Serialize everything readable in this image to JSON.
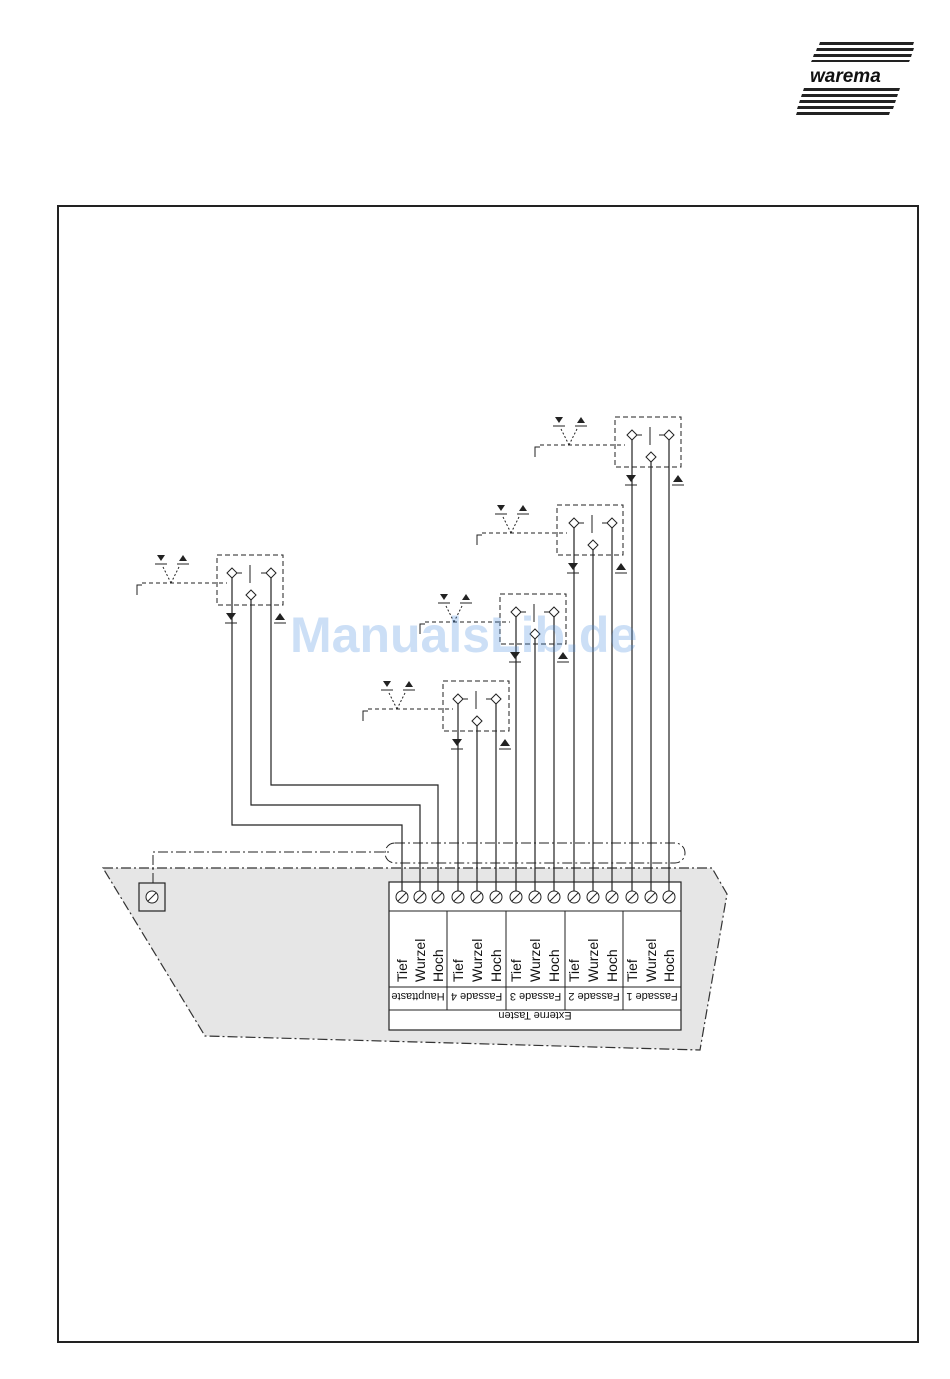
{
  "brand": {
    "logo_text": "warema"
  },
  "watermark": "ManualsLib.de",
  "terminal_block": {
    "footer_label": "Externe Tasten",
    "groups": [
      {
        "name": "Haupttaste",
        "terminals": [
          "Tief",
          "Wurzel",
          "Hoch"
        ]
      },
      {
        "name": "Fassade 4",
        "terminals": [
          "Tief",
          "Wurzel",
          "Hoch"
        ]
      },
      {
        "name": "Fassade 3",
        "terminals": [
          "Tief",
          "Wurzel",
          "Hoch"
        ]
      },
      {
        "name": "Fassade 2",
        "terminals": [
          "Tief",
          "Wurzel",
          "Hoch"
        ]
      },
      {
        "name": "Fassade 1",
        "terminals": [
          "Tief",
          "Wurzel",
          "Hoch"
        ]
      }
    ]
  },
  "colors": {
    "housing_fill": "#e6e6e6",
    "line": "#222222",
    "watermark": "#4a90e2"
  }
}
